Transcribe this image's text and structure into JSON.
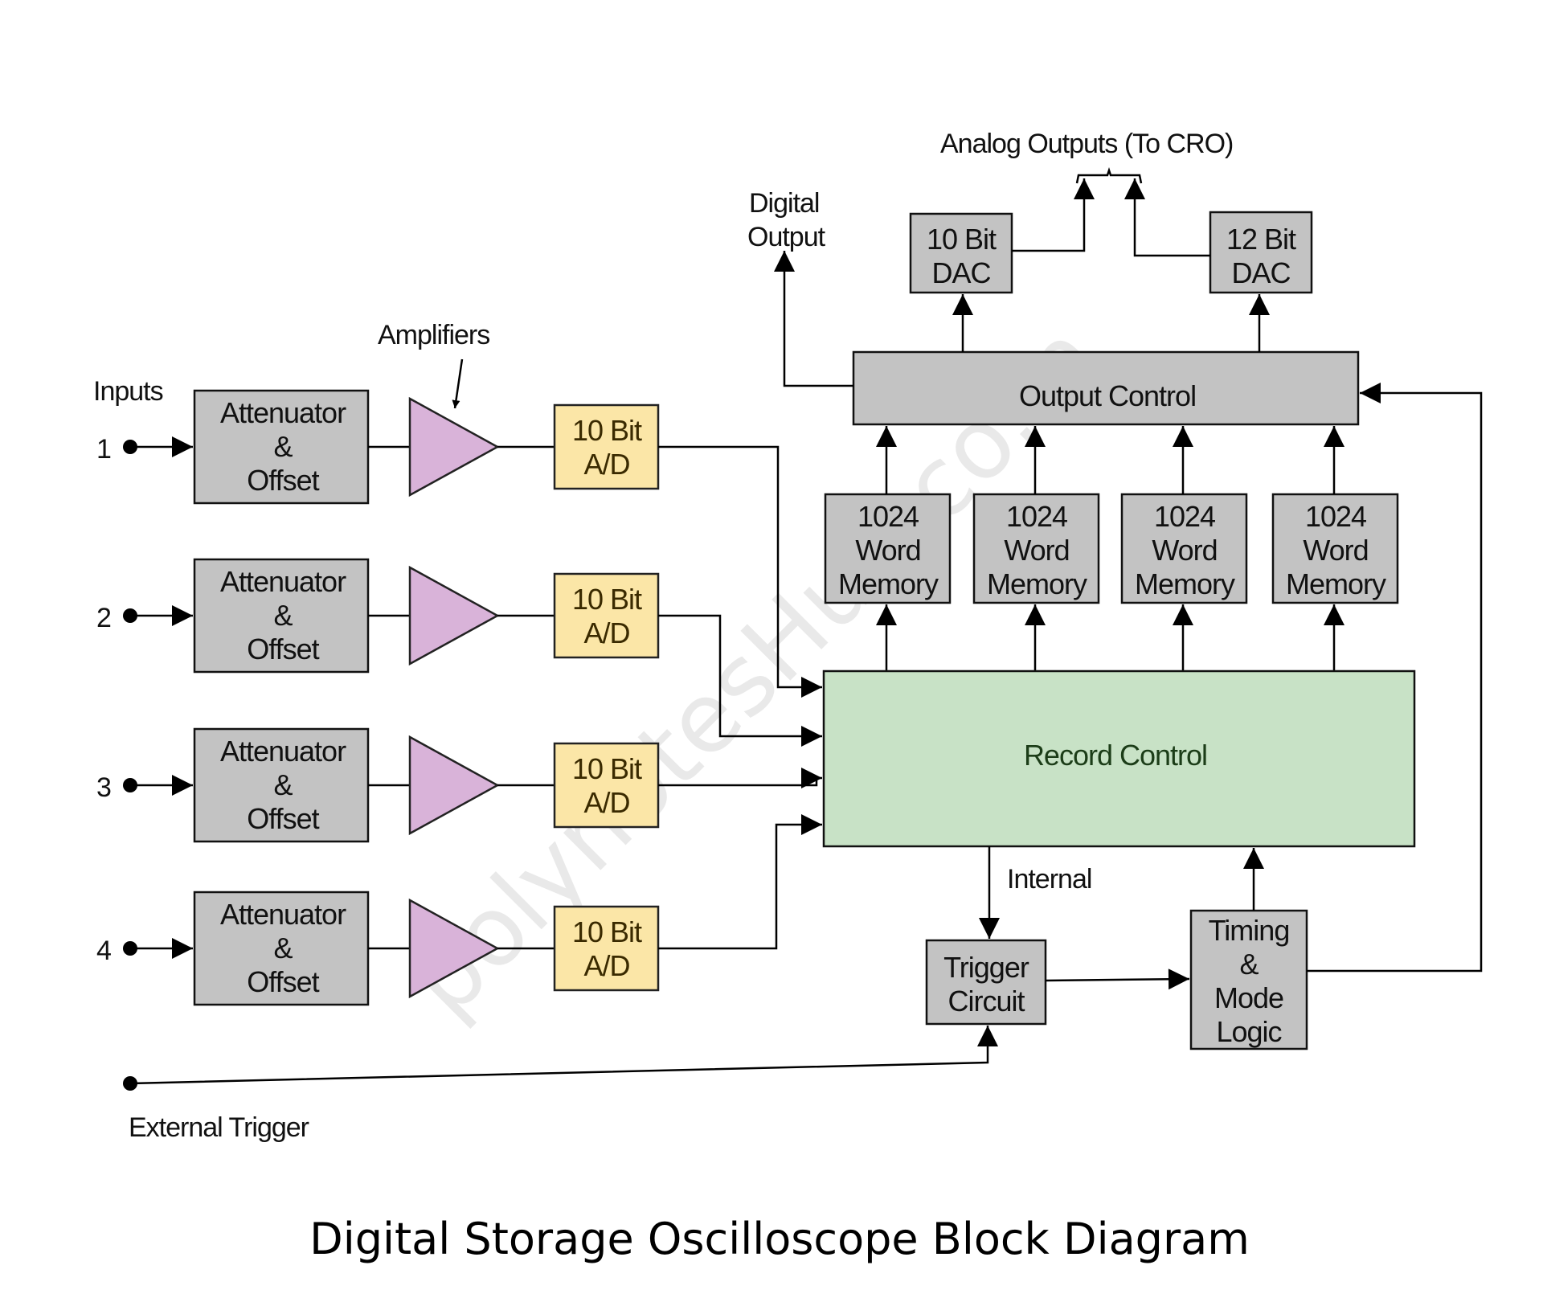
{
  "caption": "Digital Storage Oscilloscope Block Diagram",
  "watermark": "polynotesHub.co.in",
  "colors": {
    "block_gray": "#c3c3c3",
    "adc_yellow": "#fbe6a7",
    "amplifier_purple": "#d9b3d9",
    "record_green": "#c8e2c6"
  },
  "labels": {
    "inputs": "Inputs",
    "amplifiers": "Amplifiers",
    "digital_output": [
      "Digital",
      "Output"
    ],
    "analog_outputs": "Analog Outputs (To CRO)",
    "internal": "Internal",
    "external_trigger": "External Trigger"
  },
  "channels": [
    {
      "number": "1",
      "attenuator": [
        "Attenuator",
        "&",
        "Offset"
      ],
      "adc": [
        "10 Bit",
        "A/D"
      ]
    },
    {
      "number": "2",
      "attenuator": [
        "Attenuator",
        "&",
        "Offset"
      ],
      "adc": [
        "10 Bit",
        "A/D"
      ]
    },
    {
      "number": "3",
      "attenuator": [
        "Attenuator",
        "&",
        "Offset"
      ],
      "adc": [
        "10 Bit",
        "A/D"
      ]
    },
    {
      "number": "4",
      "attenuator": [
        "Attenuator",
        "&",
        "Offset"
      ],
      "adc": [
        "10 Bit",
        "A/D"
      ]
    }
  ],
  "memories": [
    [
      "1024",
      "Word",
      "Memory"
    ],
    [
      "1024",
      "Word",
      "Memory"
    ],
    [
      "1024",
      "Word",
      "Memory"
    ],
    [
      "1024",
      "Word",
      "Memory"
    ]
  ],
  "dacs": [
    [
      "10 Bit",
      "DAC"
    ],
    [
      "12 Bit",
      "DAC"
    ]
  ],
  "output_control": "Output Control",
  "record_control": "Record Control",
  "trigger_circuit": [
    "Trigger",
    "Circuit"
  ],
  "timing_logic": [
    "Timing",
    "&",
    "Mode",
    "Logic"
  ]
}
